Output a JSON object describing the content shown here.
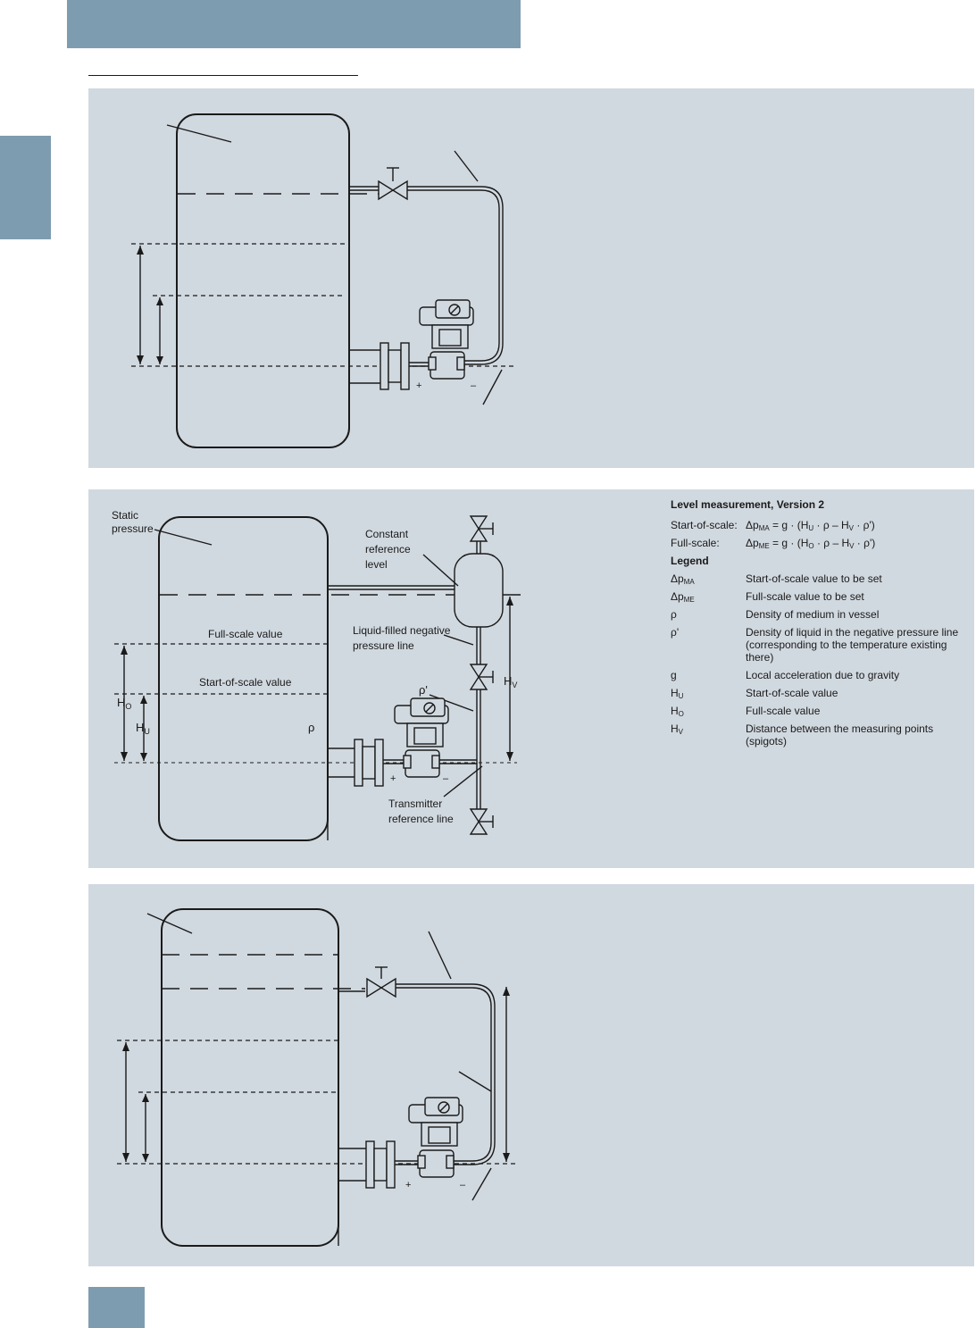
{
  "diagram2": {
    "labels": {
      "static_pressure": [
        "Static",
        "pressure"
      ],
      "constant_reference_level": [
        "Constant",
        "reference",
        "level"
      ],
      "full_scale_value": "Full-scale value",
      "start_of_scale_value": "Start-of-scale value",
      "liquid_filled_line": [
        "Liquid-filled negative",
        "pressure line"
      ],
      "transmitter_reference_line": [
        "Transmitter",
        "reference line"
      ],
      "rho": "ρ",
      "rho_prime": "ρ'",
      "h_o": "H",
      "h_o_sub": "O",
      "h_u": "H",
      "h_u_sub": "U",
      "h_v": "H",
      "h_v_sub": "V",
      "plus": "+",
      "minus": "–"
    }
  },
  "symbols": {
    "plus": "+",
    "minus": "–"
  },
  "legend": {
    "title": "Level measurement, Version 2",
    "start_label": "Start-of-scale:",
    "start_formula": {
      "a": "Δp",
      "a_sub": "MA",
      "b": " = g · (H",
      "b_sub": "U",
      "c": " · ρ – H",
      "c_sub": "V",
      "d": " · ρ')"
    },
    "full_label": "Full-scale:",
    "full_formula": {
      "a": "Δp",
      "a_sub": "ME",
      "b": " = g · (H",
      "b_sub": "O",
      "c": " · ρ – H",
      "c_sub": "V",
      "d": " · ρ')"
    },
    "heading": "Legend",
    "items": [
      {
        "sym": "Δp",
        "sub": "MA",
        "desc": "Start-of-scale value to be set"
      },
      {
        "sym": "Δp",
        "sub": "ME",
        "desc": "Full-scale value to be set"
      },
      {
        "sym": "ρ",
        "sub": "",
        "desc": "Density of medium in vessel"
      },
      {
        "sym": "ρ'",
        "sub": "",
        "desc": "Density of liquid in the negative pressure line (corresponding to the temperature existing there)"
      },
      {
        "sym": "g",
        "sub": "",
        "desc": "Local acceleration due to gravity"
      },
      {
        "sym": "H",
        "sub": "U",
        "desc": "Start-of-scale value"
      },
      {
        "sym": "H",
        "sub": "O",
        "desc": "Full-scale value"
      },
      {
        "sym": "H",
        "sub": "V",
        "desc": "Distance between the measuring points (spigots)"
      }
    ]
  }
}
